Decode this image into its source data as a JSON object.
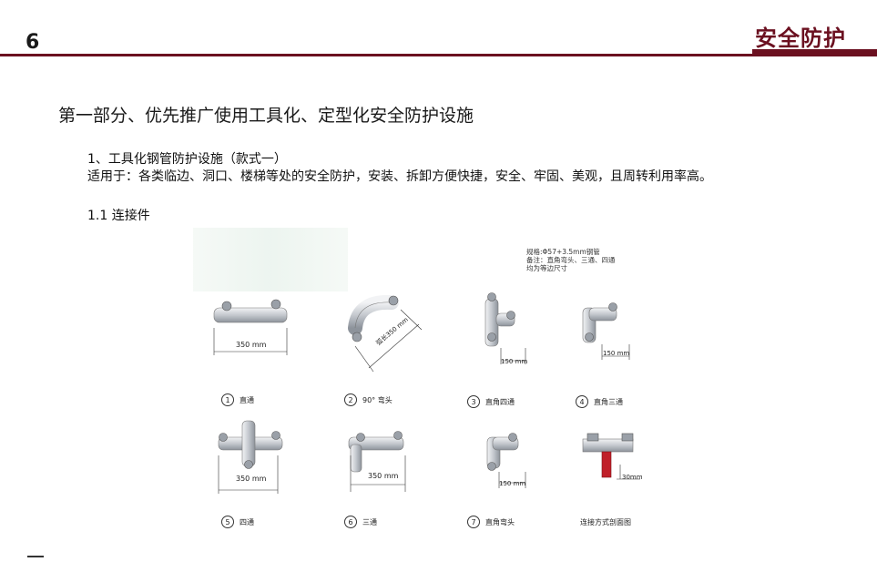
{
  "header": {
    "page_number": "6",
    "section_title": "安全防护"
  },
  "content": {
    "heading": "第一部分、优先推广使用工具化、定型化安全防护设施",
    "sub_title": "1、工具化钢管防护设施（款式一）",
    "applies_to": "适用于：各类临边、洞口、楼梯等处的安全防护，安装、拆卸方便快捷，安全、牢固、美观，且周转利用率高。",
    "sub_sub_title": "1.1 连接件"
  },
  "figure": {
    "spec_lines": [
      "规格:Φ57+3.5mm钢管",
      "备注：直角弯头、三通、四通",
      "均为等边尺寸"
    ],
    "dimensions": {
      "d1": "350 mm",
      "d2": "弧长350 mm",
      "d3": "150 mm",
      "d4": "150 mm",
      "d5": "350 mm",
      "d6": "350 mm",
      "d7": "150 mm",
      "d8": "30mm"
    },
    "captions": [
      {
        "num": "1",
        "label": "直通"
      },
      {
        "num": "2",
        "label": "90° 弯头"
      },
      {
        "num": "3",
        "label": "直角四通"
      },
      {
        "num": "4",
        "label": "直角三通"
      },
      {
        "num": "5",
        "label": "四通"
      },
      {
        "num": "6",
        "label": "三通"
      },
      {
        "num": "7",
        "label": "直角弯头"
      },
      {
        "num": "",
        "label": "连接方式剖面图"
      }
    ]
  },
  "colors": {
    "accent": "#6b1020",
    "pipe": "#c9cdd3",
    "clamp_red": "#c0202a"
  }
}
